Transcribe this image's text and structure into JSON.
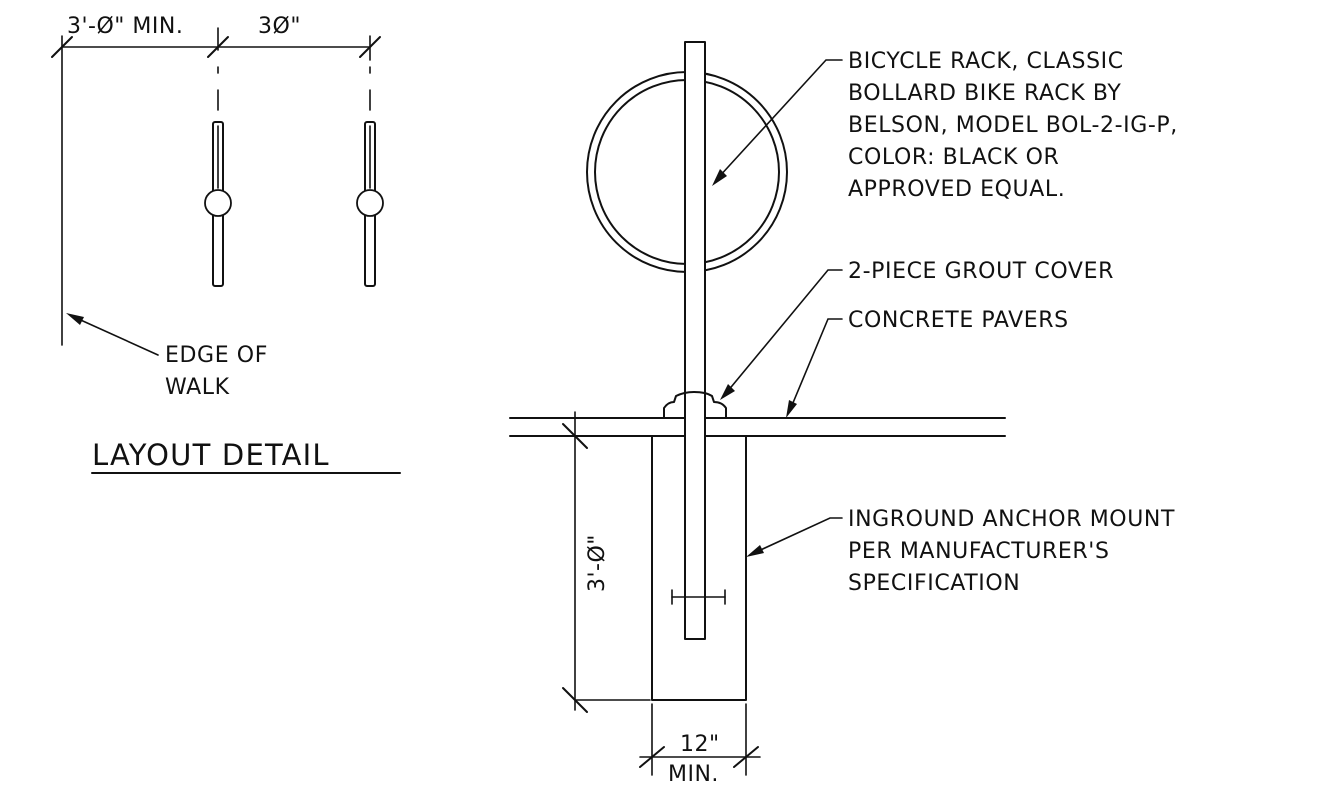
{
  "layout_detail": {
    "title": "LAYOUT DETAIL",
    "dim_min": "3'-Ø\" MIN.",
    "dim_spacing": "3Ø\"",
    "edge_label_1": "EDGE OF",
    "edge_label_2": "WALK"
  },
  "section": {
    "depth_dim": "3'-Ø\"",
    "width_dim": "12\"",
    "width_dim_min": "MIN.",
    "notes": {
      "rack": [
        "BICYCLE RACK, CLASSIC",
        "BOLLARD BIKE RACK BY",
        "BELSON, MODEL BOL-2-IG-P,",
        "COLOR: BLACK OR",
        "APPROVED EQUAL."
      ],
      "grout": "2-PIECE GROUT COVER",
      "pavers": "CONCRETE PAVERS",
      "anchor": [
        "INGROUND ANCHOR MOUNT",
        "PER MANUFACTURER'S",
        "SPECIFICATION"
      ]
    }
  }
}
